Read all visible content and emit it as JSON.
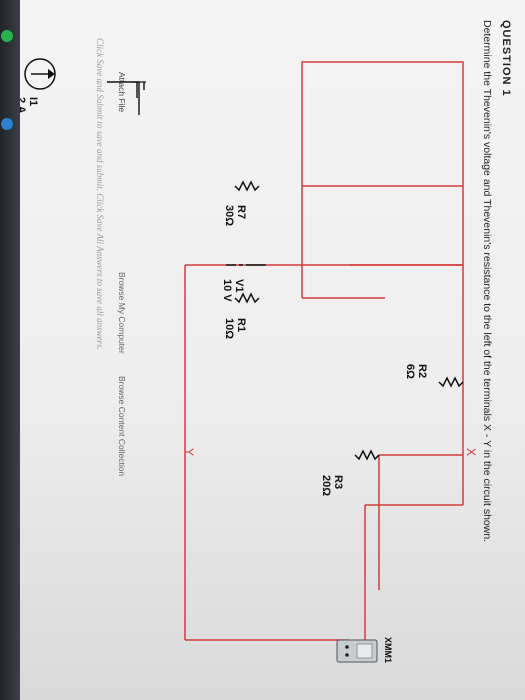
{
  "question": {
    "title": "QUESTION 1",
    "text": "Determine the Thevenin's voltage and Thevenin's resistance to the left of the terminals X - Y in the circuit shown."
  },
  "circuit": {
    "components": [
      {
        "name": "I1",
        "value": "2 A"
      },
      {
        "name": "R7",
        "value": "30Ω"
      },
      {
        "name": "V1",
        "value": "10 V"
      },
      {
        "name": "R1",
        "value": "10Ω"
      },
      {
        "name": "R2",
        "value": "6Ω"
      },
      {
        "name": "R3",
        "value": "20Ω"
      }
    ],
    "terminal_x": "X",
    "terminal_y": "Y",
    "meter_label": "XMM1",
    "wire_color": "#d43c3c"
  },
  "attach": {
    "label": "Attach File",
    "browse_computer": "Browse My Computer",
    "browse_collection": "Browse Content Collection"
  },
  "footer": {
    "note": "Click Save and Submit to save and submit. Click Save All Answers to save all answers."
  },
  "colors": {
    "accent_green": "#26b34a",
    "accent_blue": "#2f7fd0"
  }
}
